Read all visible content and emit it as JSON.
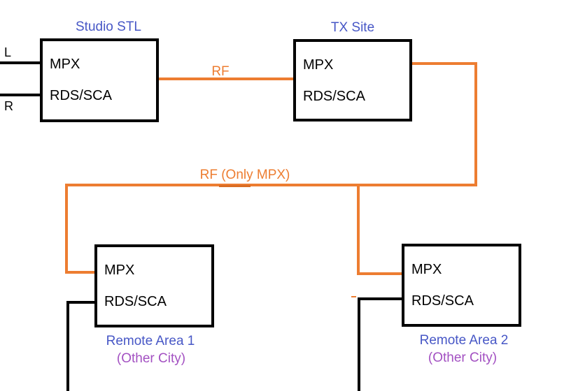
{
  "colors": {
    "orange": "#ED7D31",
    "orange_overlap": "#D96C23",
    "blue": "#4757C6",
    "purple": "#A351C2",
    "black": "#000000"
  },
  "diagram": {
    "studio": {
      "title": "Studio STL",
      "mpx": "MPX",
      "rds": "RDS/SCA"
    },
    "tx": {
      "title": "TX Site",
      "mpx": "MPX",
      "rds": "RDS/SCA"
    },
    "remote1": {
      "title": "Remote Area 1",
      "subtitle": "(Other City)",
      "mpx": "MPX",
      "rds": "RDS/SCA"
    },
    "remote2": {
      "title": "Remote Area 2",
      "subtitle": "(Other City)",
      "mpx": "MPX",
      "rds": "RDS/SCA"
    },
    "inputs": {
      "left": "L",
      "right": "R"
    },
    "links": {
      "rf": "RF",
      "rf_only_mpx": "RF (Only MPX)"
    }
  }
}
